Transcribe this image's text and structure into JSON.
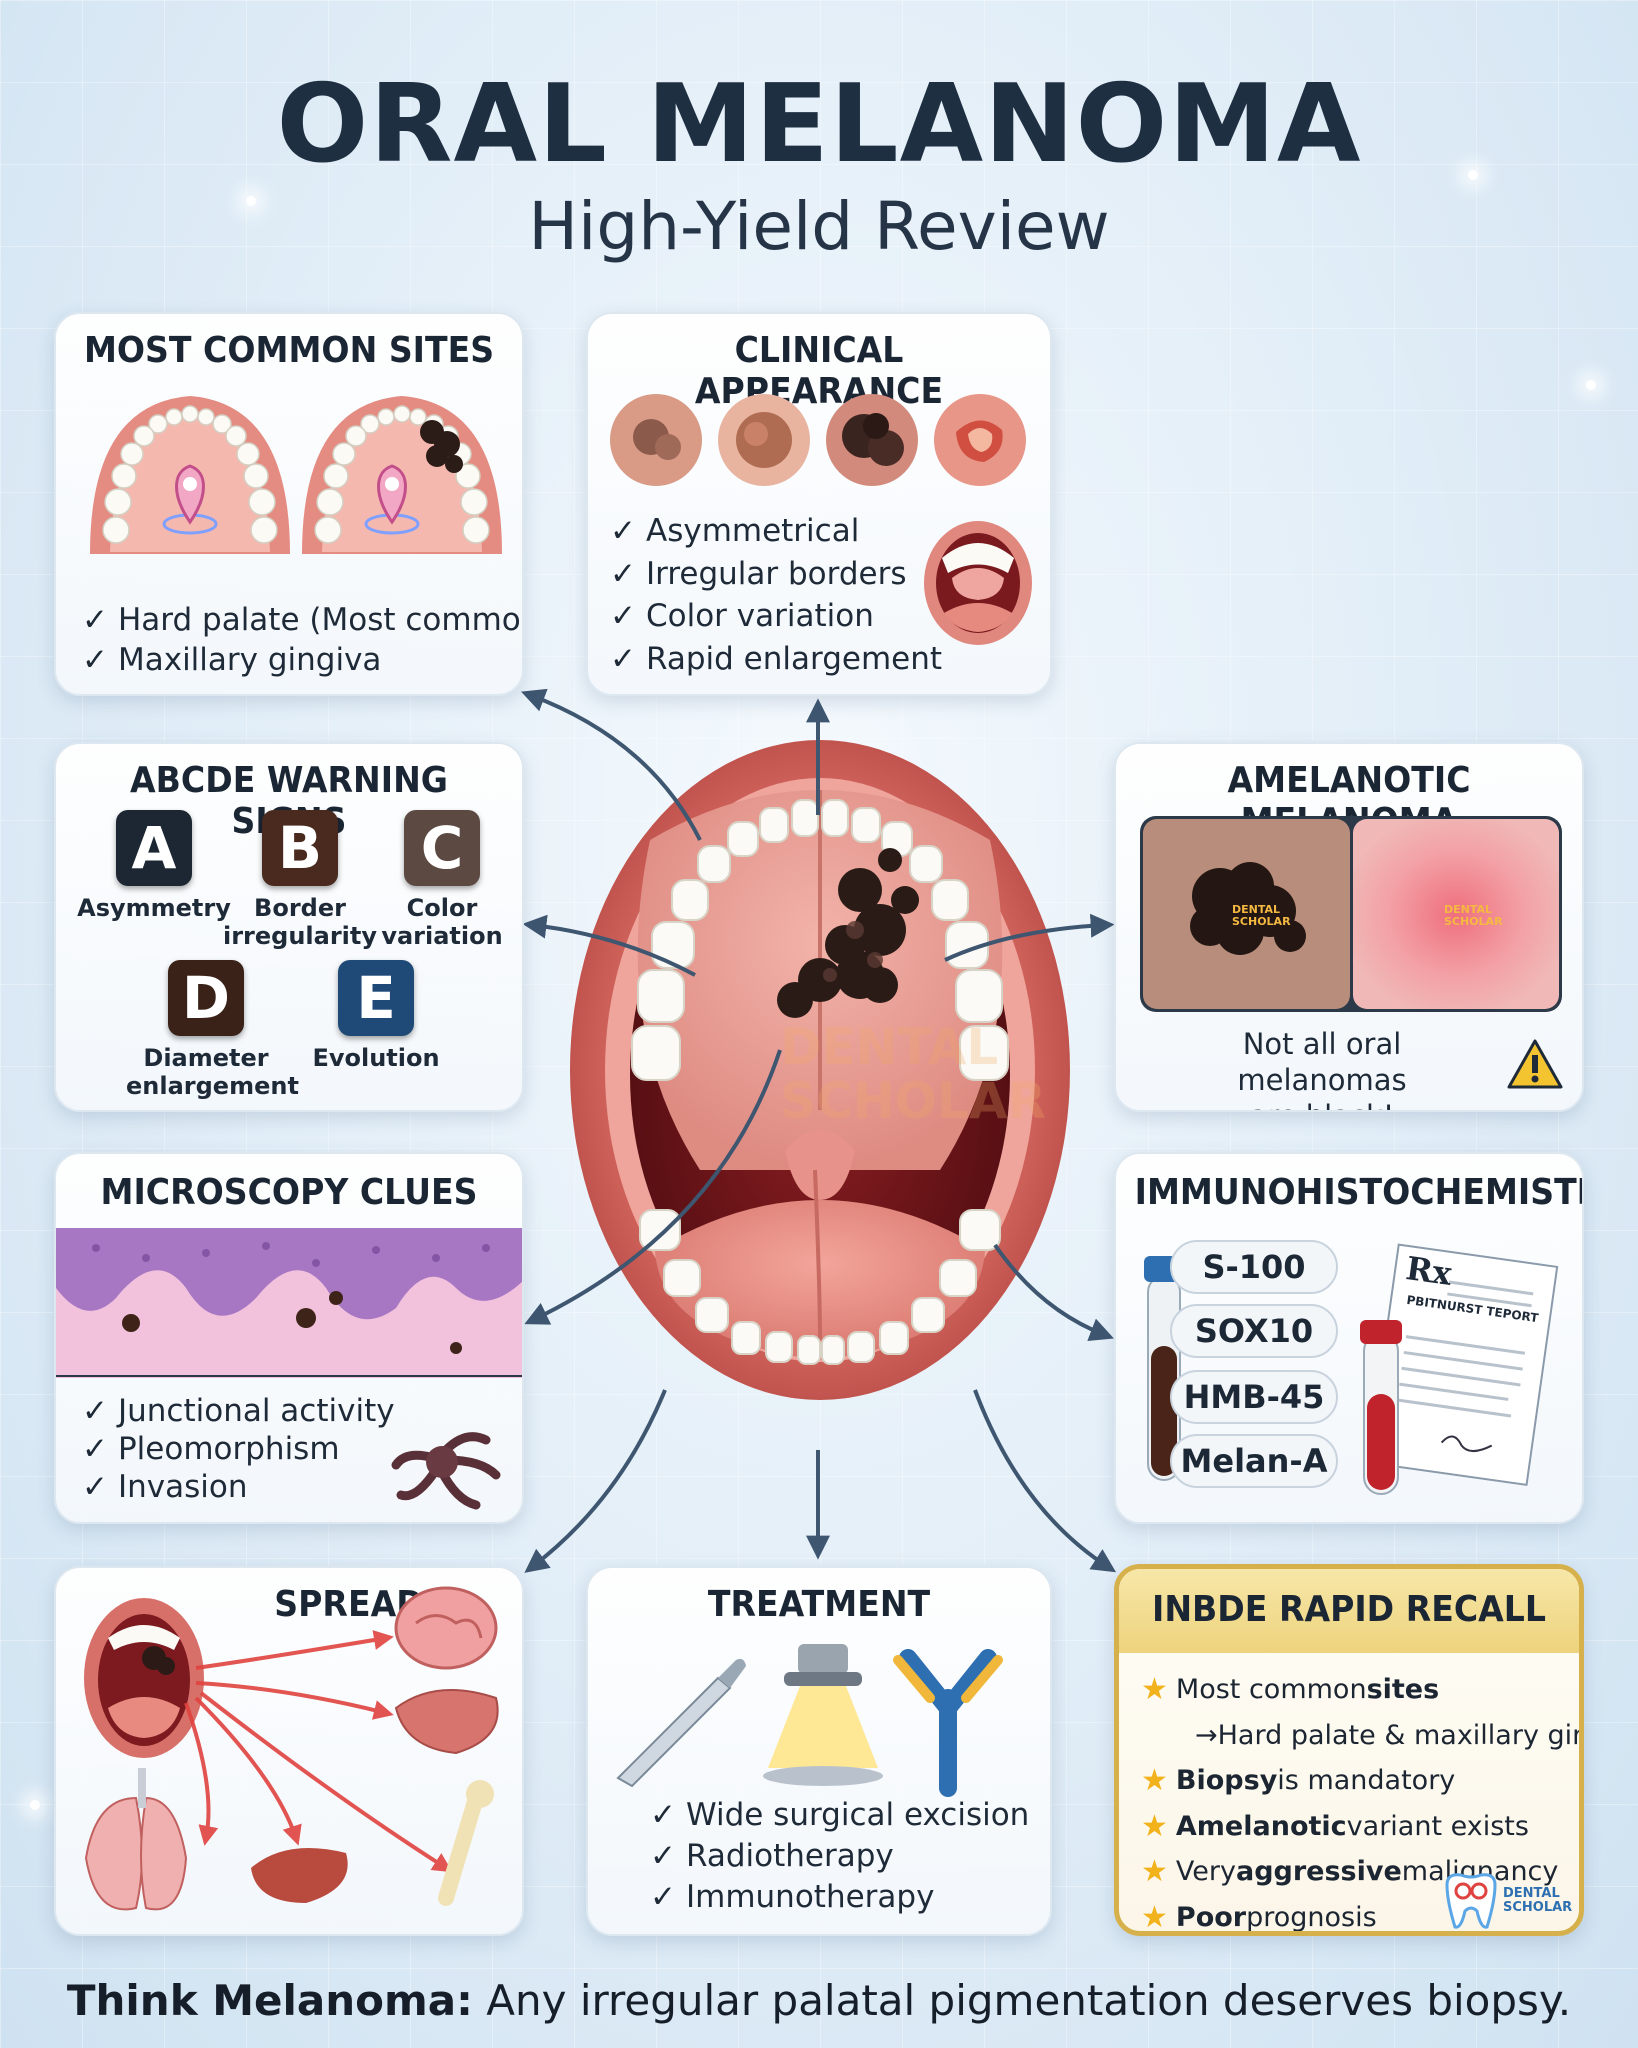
{
  "header": {
    "title": "ORAL MELANOMA",
    "subtitle": "High-Yield Review"
  },
  "sites": {
    "title": "MOST COMMON SITES",
    "items": [
      "Hard palate (Most common)",
      "Maxillary gingiva"
    ]
  },
  "appearance": {
    "title": "CLINICAL APPEARANCE",
    "items": [
      "Asymmetrical",
      "Irregular borders",
      "Color variation",
      "Rapid enlargement"
    ]
  },
  "abcde": {
    "title": "ABCDE WARNING SIGNS",
    "letters": [
      {
        "letter": "A",
        "label": "Asymmetry",
        "label2": "",
        "color": "#1d2733"
      },
      {
        "letter": "B",
        "label": "Border",
        "label2": "irregularity",
        "color": "#4a2a1e"
      },
      {
        "letter": "C",
        "label": "Color",
        "label2": "variation",
        "color": "#5c4a42"
      },
      {
        "letter": "D",
        "label": "Diameter",
        "label2": "enlargement",
        "color": "#3a2219"
      },
      {
        "letter": "E",
        "label": "Evolution",
        "label2": "",
        "color": "#1f4a78"
      }
    ]
  },
  "amelanotic": {
    "title": "AMELANOTIC MELANOMA",
    "note_line1": "Not all oral melanomas",
    "note_line2": "are black!",
    "watermark_left": "DENTAL SCHOLAR",
    "watermark_right": "DENTAL SCHOLAR"
  },
  "microscopy": {
    "title": "MICROSCOPY CLUES",
    "items": [
      "Junctional activity",
      "Pleomorphism",
      "Invasion"
    ]
  },
  "ihc": {
    "title": "IMMUNOHISTOCHEMISTRY",
    "markers": [
      "S-100",
      "SOX10",
      "HMB-45",
      "Melan-A"
    ],
    "report_rx": "Rx",
    "report_label": "PBITNURST TEPORT"
  },
  "spread": {
    "title": "SPREAD"
  },
  "treatment": {
    "title": "TREATMENT",
    "items": [
      "Wide surgical excision",
      "Radiotherapy",
      "Immunotherapy"
    ]
  },
  "recall": {
    "title": "INBDE RAPID RECALL",
    "line1_pre": "Most common ",
    "line1_bold": "sites",
    "line2": "→Hard palate & maxillary gingiva",
    "line3_bold": "Biopsy",
    "line3_post": " is mandatory",
    "line4_bold": "Amelanotic",
    "line4_post": " variant exists",
    "line5_pre": "Very ",
    "line5_bold": "aggressive",
    "line5_post": " malignancy",
    "line6_bold": "Poor",
    "line6_post": " prognosis",
    "logo": "DENTAL SCHOLAR"
  },
  "center_watermark": "DENTAL SCHOLAR",
  "footer": {
    "bold": "Think Melanoma:",
    "text": " Any irregular palatal pigmentation deserves biopsy."
  }
}
